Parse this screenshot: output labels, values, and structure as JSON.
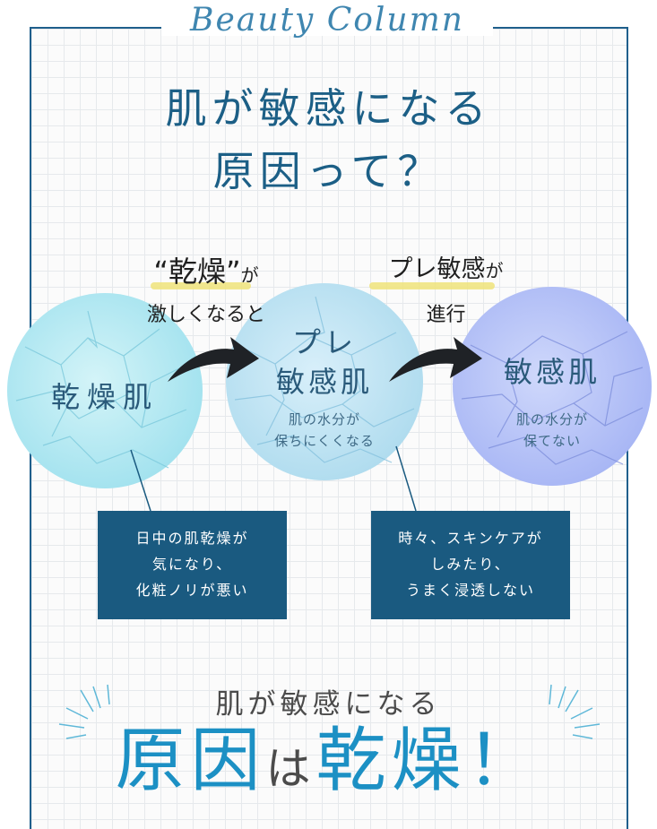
{
  "header": {
    "script_title": "Beauty Column"
  },
  "title": {
    "line1": "肌が敏感になる",
    "line2": "原因って？"
  },
  "step1": {
    "headline_main": "“乾燥”",
    "headline_suffix": "が",
    "headline_line2": "激しくなると"
  },
  "step2": {
    "headline_main": "プレ敏感",
    "headline_suffix": "が",
    "headline_line2": "進行"
  },
  "circles": [
    {
      "label": "乾燥肌",
      "sub_line1": "",
      "sub_line2": "",
      "color": "#a5e3ef"
    },
    {
      "label_line1": "プレ",
      "label_line2": "敏感肌",
      "sub_line1": "肌の水分が",
      "sub_line2": "保ちにくくなる",
      "color": "#b2ddef"
    },
    {
      "label": "敏感肌",
      "sub_line1": "肌の水分が",
      "sub_line2": "保てない",
      "color": "#aab8f5"
    }
  ],
  "boxes": [
    {
      "line1": "日中の肌乾燥が",
      "line2": "気になり、",
      "line3": "化粧ノリが悪い"
    },
    {
      "line1": "時々、スキンケアが",
      "line2": "しみたり、",
      "line3": "うまく浸透しない"
    }
  ],
  "conclusion": {
    "line1": "肌が敏感になる",
    "part1": "原因",
    "part2": "は",
    "part3": "乾燥！"
  },
  "colors": {
    "frame": "#1f5f8c",
    "title": "#1c5f86",
    "box": "#1a5a80",
    "accent": "#1c90c4"
  }
}
